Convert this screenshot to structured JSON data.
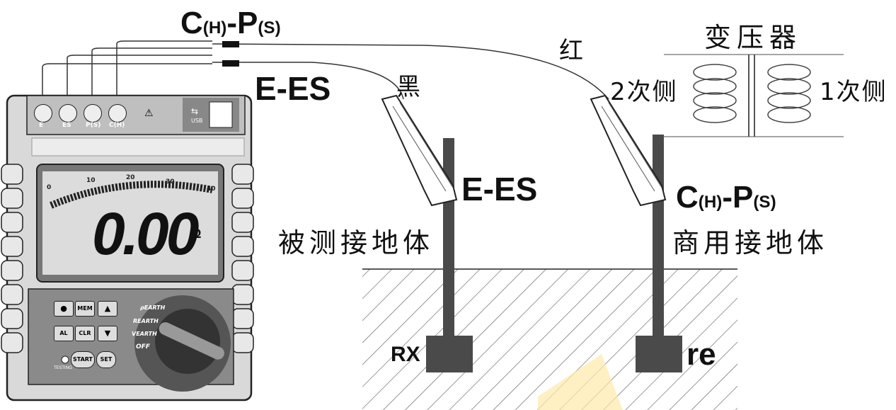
{
  "title_top": {
    "c": "C",
    "h": "(H)",
    "dash": "-",
    "p": "P",
    "s": "(S)"
  },
  "label_e_es_top": "E-ES",
  "label_black": "黑",
  "label_red": "红",
  "transformer": {
    "title": "变压器",
    "secondary": "2次侧",
    "primary": "1次侧"
  },
  "probe_left": {
    "label": "E-ES",
    "name": "被测接地体",
    "block": "RX"
  },
  "probe_right": {
    "c": "C",
    "h": "(H)",
    "dash": "-",
    "p": "P",
    "s": "(S)",
    "name": "商用接地体",
    "block": "re"
  },
  "meter": {
    "terminals": [
      "E",
      "ES",
      "P(S)",
      "C(H)"
    ],
    "usb": "USB",
    "reading": "0.00",
    "unit": "Ω",
    "scale": [
      "0",
      "10",
      "20",
      "30",
      "40"
    ],
    "buttons": {
      "light": "",
      "mem": "MEM",
      "up": "▲",
      "al": "AL",
      "clr": "CLR",
      "down": "▼",
      "start": "START",
      "set": "SET"
    },
    "testing": "TESTING",
    "dial": [
      "ρEARTH",
      "REARTH",
      "VEARTH",
      "OFF"
    ]
  }
}
